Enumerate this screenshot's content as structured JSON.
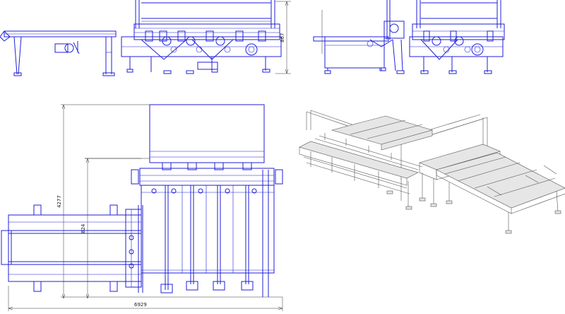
{
  "drawing": {
    "dimensions": {
      "side_height": "867",
      "plan_depth_total": "4277",
      "plan_depth_inner": "824",
      "plan_length_total": "6929"
    }
  },
  "colors": {
    "line": "#1f1fd8",
    "dimension": "#333333",
    "iso": "#555555",
    "background": "#ffffff"
  }
}
